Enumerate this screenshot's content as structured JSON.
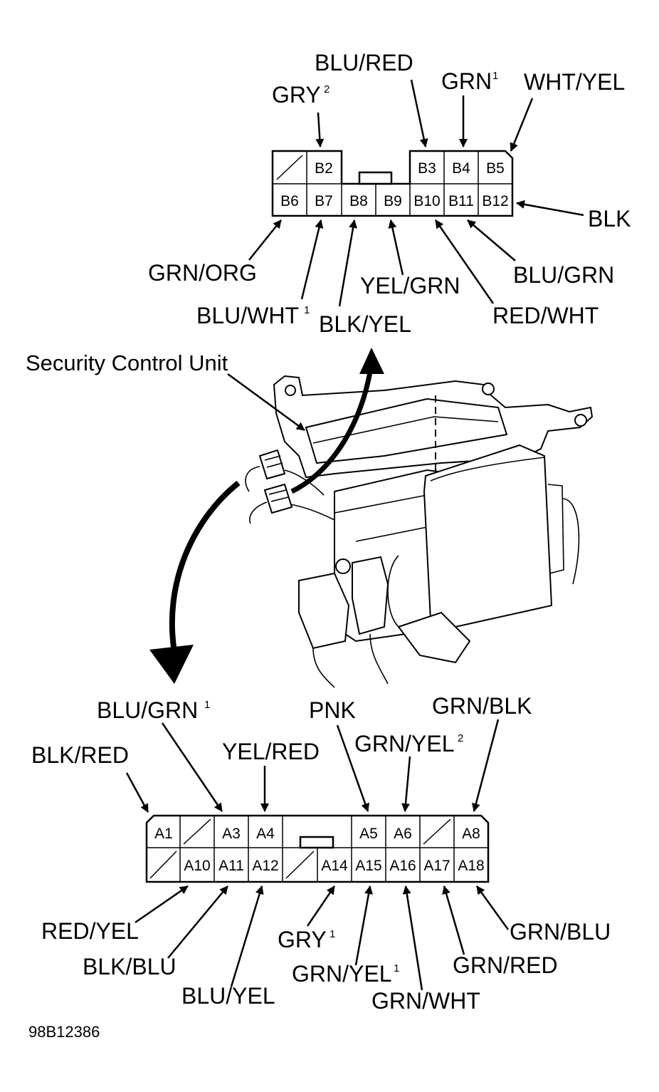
{
  "caption": "Security Control Unit",
  "figure_id": "98B12386",
  "connector_b": {
    "pins_top": [
      "",
      "B2",
      "",
      "B3",
      "B4",
      "B5"
    ],
    "pins_bottom": [
      "B6",
      "B7",
      "B8",
      "B9",
      "B10",
      "B11",
      "B12"
    ],
    "wires": {
      "gry2": {
        "text": "GRY",
        "sup": "2"
      },
      "blu_red": {
        "text": "BLU/RED",
        "sup": ""
      },
      "grn1": {
        "text": "GRN",
        "sup": "1"
      },
      "wht_yel": {
        "text": "WHT/YEL",
        "sup": ""
      },
      "blk": {
        "text": "BLK",
        "sup": ""
      },
      "grn_org": {
        "text": "GRN/ORG",
        "sup": ""
      },
      "blu_wht1": {
        "text": "BLU/WHT",
        "sup": "1"
      },
      "blk_yel": {
        "text": "BLK/YEL",
        "sup": ""
      },
      "yel_grn": {
        "text": "YEL/GRN",
        "sup": ""
      },
      "blu_grn": {
        "text": "BLU/GRN",
        "sup": ""
      },
      "red_wht": {
        "text": "RED/WHT",
        "sup": ""
      }
    }
  },
  "connector_a": {
    "pins_top": [
      "A1",
      "",
      "A3",
      "A4",
      "",
      "",
      "A5",
      "A6",
      "",
      "A8"
    ],
    "pins_bottom": [
      "",
      "A10",
      "A11",
      "A12",
      "",
      "A14",
      "A15",
      "A16",
      "A17",
      "A18"
    ],
    "wires": {
      "blk_red": {
        "text": "BLK/RED",
        "sup": ""
      },
      "blu_grn1": {
        "text": "BLU/GRN",
        "sup": "1"
      },
      "yel_red": {
        "text": "YEL/RED",
        "sup": ""
      },
      "pnk": {
        "text": "PNK",
        "sup": ""
      },
      "grn_yel2": {
        "text": "GRN/YEL",
        "sup": "2"
      },
      "grn_blk": {
        "text": "GRN/BLK",
        "sup": ""
      },
      "red_yel": {
        "text": "RED/YEL",
        "sup": ""
      },
      "blk_blu": {
        "text": "BLK/BLU",
        "sup": ""
      },
      "blu_yel": {
        "text": "BLU/YEL",
        "sup": ""
      },
      "gry1": {
        "text": "GRY",
        "sup": "1"
      },
      "grn_yel1": {
        "text": "GRN/YEL",
        "sup": "1"
      },
      "grn_wht": {
        "text": "GRN/WHT",
        "sup": ""
      },
      "grn_red": {
        "text": "GRN/RED",
        "sup": ""
      },
      "grn_blu": {
        "text": "GRN/BLU",
        "sup": ""
      }
    }
  }
}
